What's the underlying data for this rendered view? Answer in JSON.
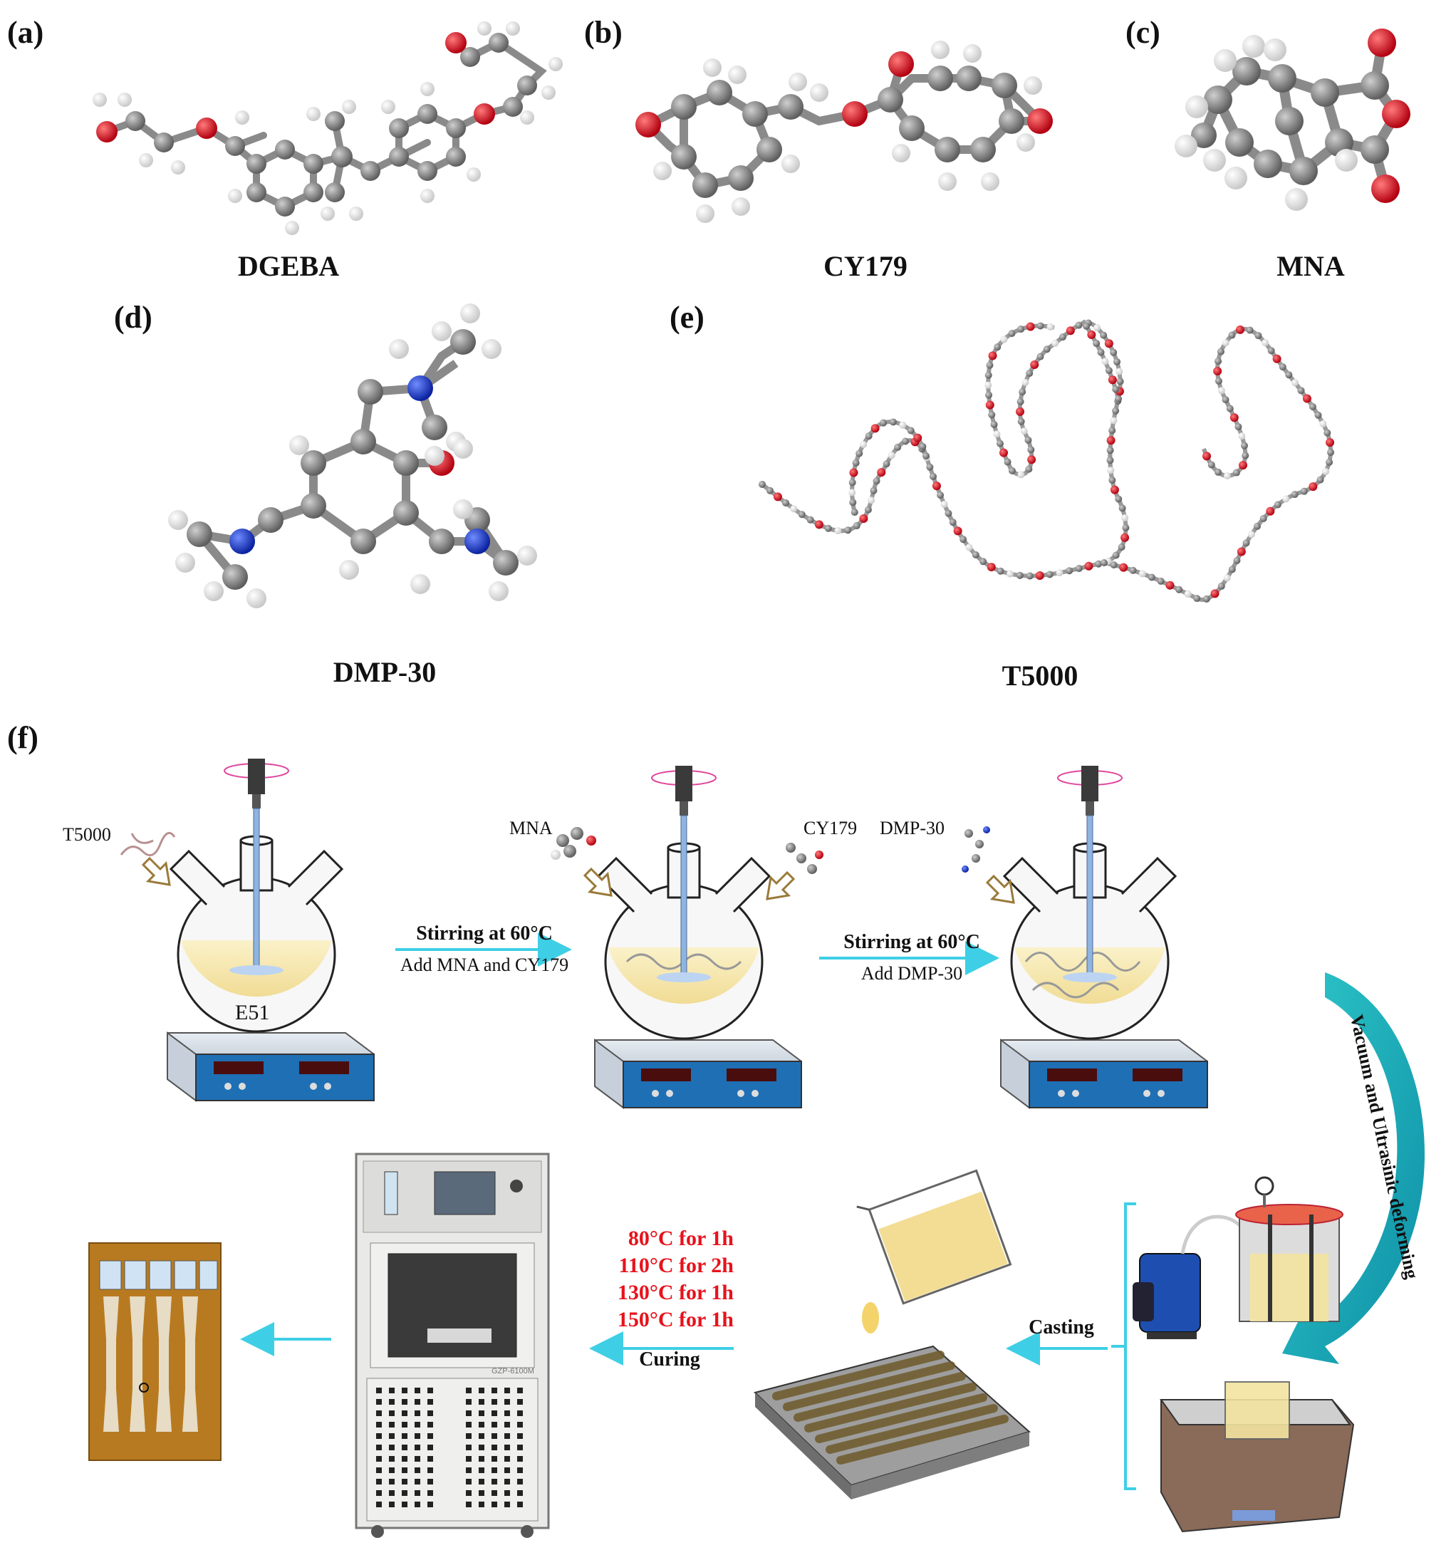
{
  "panels": {
    "a": {
      "letter": "(a)",
      "name": "DGEBA"
    },
    "b": {
      "letter": "(b)",
      "name": "CY179"
    },
    "c": {
      "letter": "(c)",
      "name": "MNA"
    },
    "d": {
      "letter": "(d)",
      "name": "DMP-30"
    },
    "e": {
      "letter": "(e)",
      "name": "T5000"
    },
    "f": {
      "letter": "(f)"
    }
  },
  "process": {
    "flask1": {
      "additive": "T5000",
      "contents": "E51"
    },
    "flask2": {
      "additive_left": "MNA",
      "additive_right": "CY179"
    },
    "flask3": {
      "additive": "DMP-30"
    },
    "step1": {
      "line1": "Stirring at 60°C",
      "line2": "Add MNA and CY179"
    },
    "step2": {
      "line1": "Stirring at 60°C",
      "line2": "Add DMP-30"
    },
    "degassing": "Vacuum and Ultrasinic deforming",
    "casting": "Casting",
    "curing": {
      "schedule": [
        "80°C for 1h",
        "110°C for 2h",
        "130°C for 1h",
        "150°C for 1h"
      ],
      "label": "Curing"
    },
    "oven_model": "GZP-6100M"
  },
  "colors": {
    "oxygen": "#e0141e",
    "carbon": "#7d7d7d",
    "hydrogen": "#f2f2f2",
    "nitrogen": "#1a3fd6",
    "arrow": "#3ecfe6",
    "curing_text": "#e8121b",
    "resin": "#f5e6a8"
  }
}
